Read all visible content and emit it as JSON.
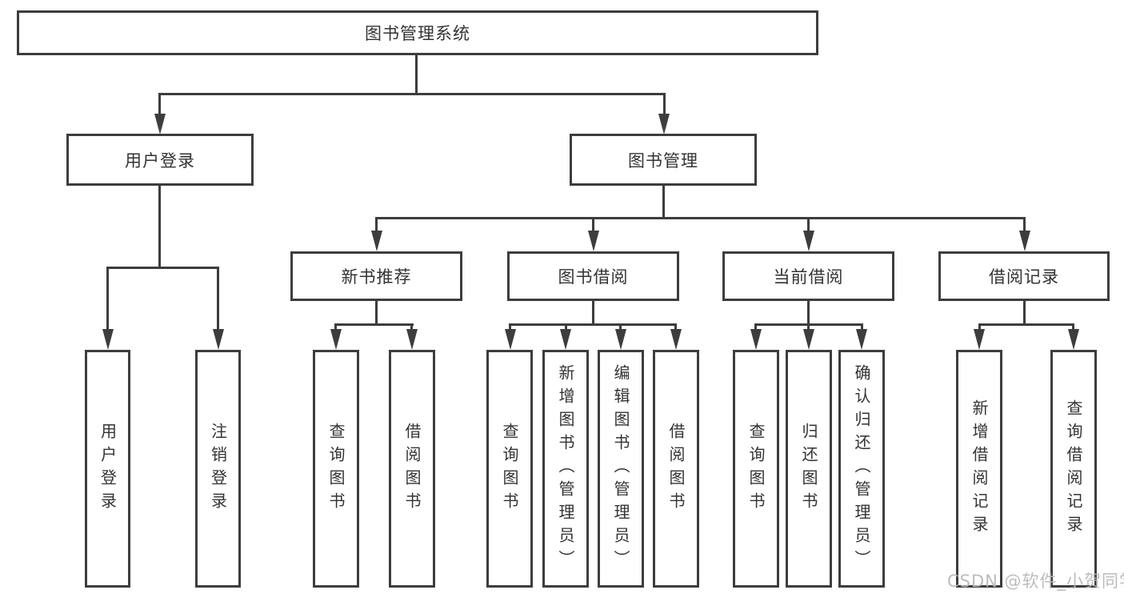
{
  "tree": {
    "root": "图书管理系统",
    "children": [
      {
        "label": "用户登录",
        "children": [
          "用户登录",
          "注销登录"
        ]
      },
      {
        "label": "图书管理",
        "children": [
          {
            "label": "新书推荐",
            "children": [
              "查询图书",
              "借阅图书"
            ]
          },
          {
            "label": "图书借阅",
            "children": [
              "查询图书",
              "新增图书（管理员）",
              "编辑图书（管理员）",
              "借阅图书"
            ]
          },
          {
            "label": "当前借阅",
            "children": [
              "查询图书",
              "归还图书",
              "确认归还（管理员）"
            ]
          },
          {
            "label": "借阅记录",
            "children": [
              "新增借阅记录",
              "查询借阅记录"
            ]
          }
        ]
      }
    ]
  },
  "watermark": {
    "text": "CSDN @软件_小贺同学"
  },
  "colors": {
    "line": "#3d3d3d",
    "text": "#333333",
    "watermark": "#b8b8b8",
    "background": "#ffffff"
  }
}
